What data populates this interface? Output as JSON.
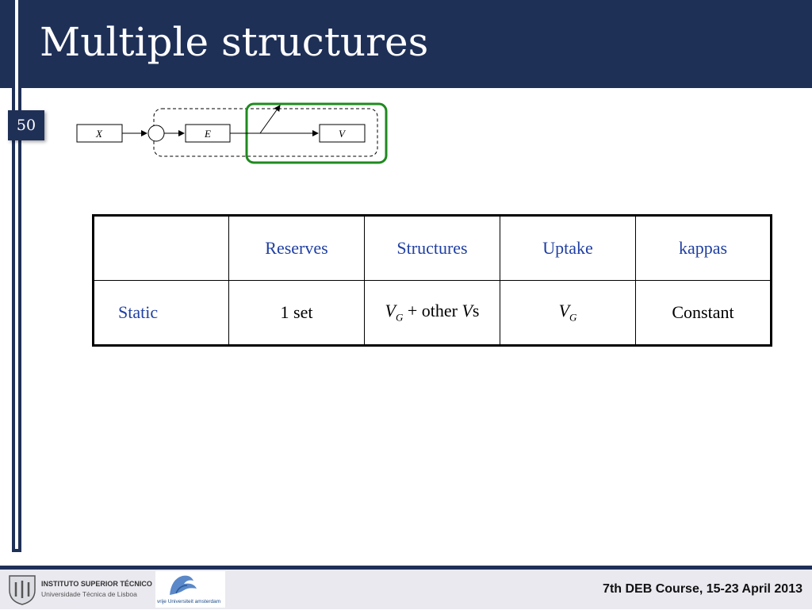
{
  "slide": {
    "title": "Multiple structures",
    "number": "50"
  },
  "diagram": {
    "boxes": [
      "X",
      "E",
      "V"
    ]
  },
  "table": {
    "headers": [
      "",
      "Reserves",
      "Structures",
      "Uptake",
      "kappas"
    ],
    "row": {
      "label": "Static",
      "reserves": "1 set",
      "structures_var": "V",
      "structures_sub": "G",
      "structures_rest": "+ other",
      "structures_var2": "V",
      "structures_suffix": "s",
      "uptake_var": "V",
      "uptake_sub": "G",
      "kappas": "Constant"
    }
  },
  "footer": {
    "ist_name": "INSTITUTO SUPERIOR TÉCNICO",
    "ist_sub": "Universidade Técnica de Lisboa",
    "vu_name": "vrije Universiteit amsterdam",
    "course": "7th DEB Course, 15-23 April 2013"
  },
  "colors": {
    "navy": "#1f3057",
    "blue_text": "#1f3fa3",
    "green_highlight": "#1f8a1f"
  }
}
